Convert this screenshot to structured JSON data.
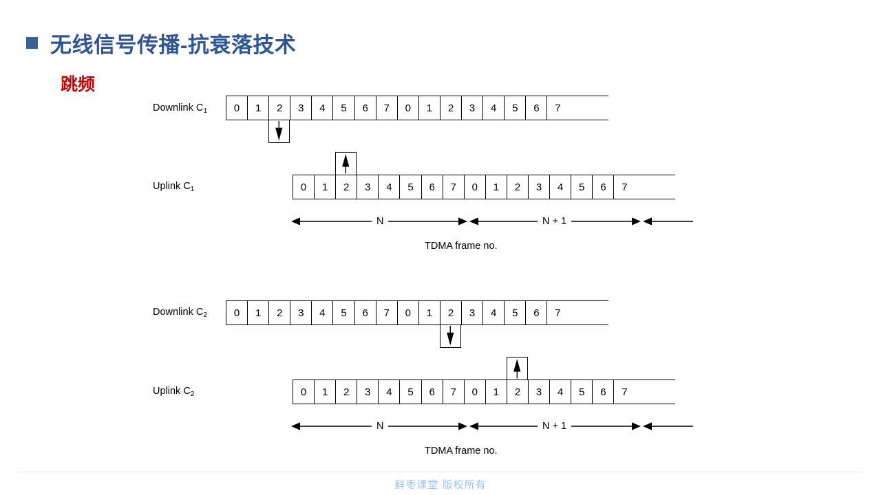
{
  "slide": {
    "title": "无线信号传播-抗衰落技术",
    "subtitle": "跳频",
    "bullet_color": "#3c6094",
    "title_color": "#2e5593",
    "subtitle_color": "#cc0000"
  },
  "footer": {
    "text": "鲜枣课堂  版权所有",
    "color": "#9dc3ea"
  },
  "diagram": {
    "slot_sequence": [
      "0",
      "1",
      "2",
      "3",
      "4",
      "5",
      "6",
      "7",
      "0",
      "1",
      "2",
      "3",
      "4",
      "5",
      "6",
      "7"
    ],
    "frame_span_labels": {
      "first": "N",
      "second": "N + 1"
    },
    "axis_caption": "TDMA frame no.",
    "blocks": [
      {
        "id": "block-c1",
        "downlink_label": "Downlink C",
        "downlink_sub": "1",
        "uplink_label": "Uplink C",
        "uplink_sub": "1",
        "downlink_arrow_slot_index": 2,
        "uplink_arrow_slot_index": 2,
        "downlink_arrow_direction": "down",
        "uplink_arrow_direction": "up",
        "frame_caption": "TDMA frame no.",
        "span_first": "N",
        "span_second": "N + 1"
      },
      {
        "id": "block-c2",
        "downlink_label": "Downlink C",
        "downlink_sub": "2",
        "uplink_label": "Uplink C",
        "uplink_sub": "2",
        "downlink_arrow_slot_index": 10,
        "uplink_arrow_slot_index": 10,
        "downlink_arrow_direction": "down",
        "uplink_arrow_direction": "up",
        "frame_caption": "TDMA frame no.",
        "span_first": "N",
        "span_second": "N + 1"
      }
    ]
  }
}
